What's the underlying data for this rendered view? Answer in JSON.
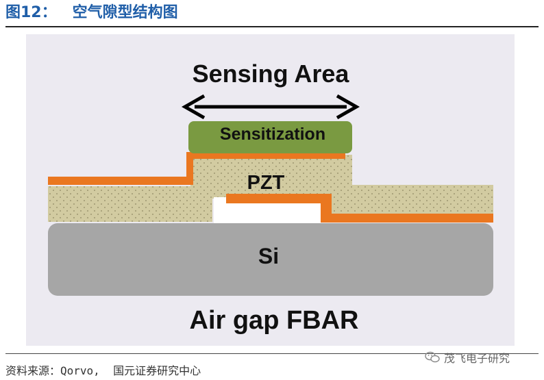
{
  "figure": {
    "title": "图12：   空气隙型结构图"
  },
  "diagram": {
    "heading": "Sensing Area",
    "layers": {
      "sensitization": "Sensitization",
      "pzt": "PZT",
      "si": "Si"
    },
    "caption": "Air gap FBAR",
    "colors": {
      "sensitization": "#7a9a41",
      "electrode": "#ea7720",
      "pzt": "#d2cba1",
      "si": "#a6a6a6",
      "panel": "#eceaf1"
    }
  },
  "footer": {
    "source": "资料来源：Qorvo,  国元证券研究中心",
    "watermark": "茂飞电子研究",
    "watermark_icon": "wechat-icon"
  }
}
